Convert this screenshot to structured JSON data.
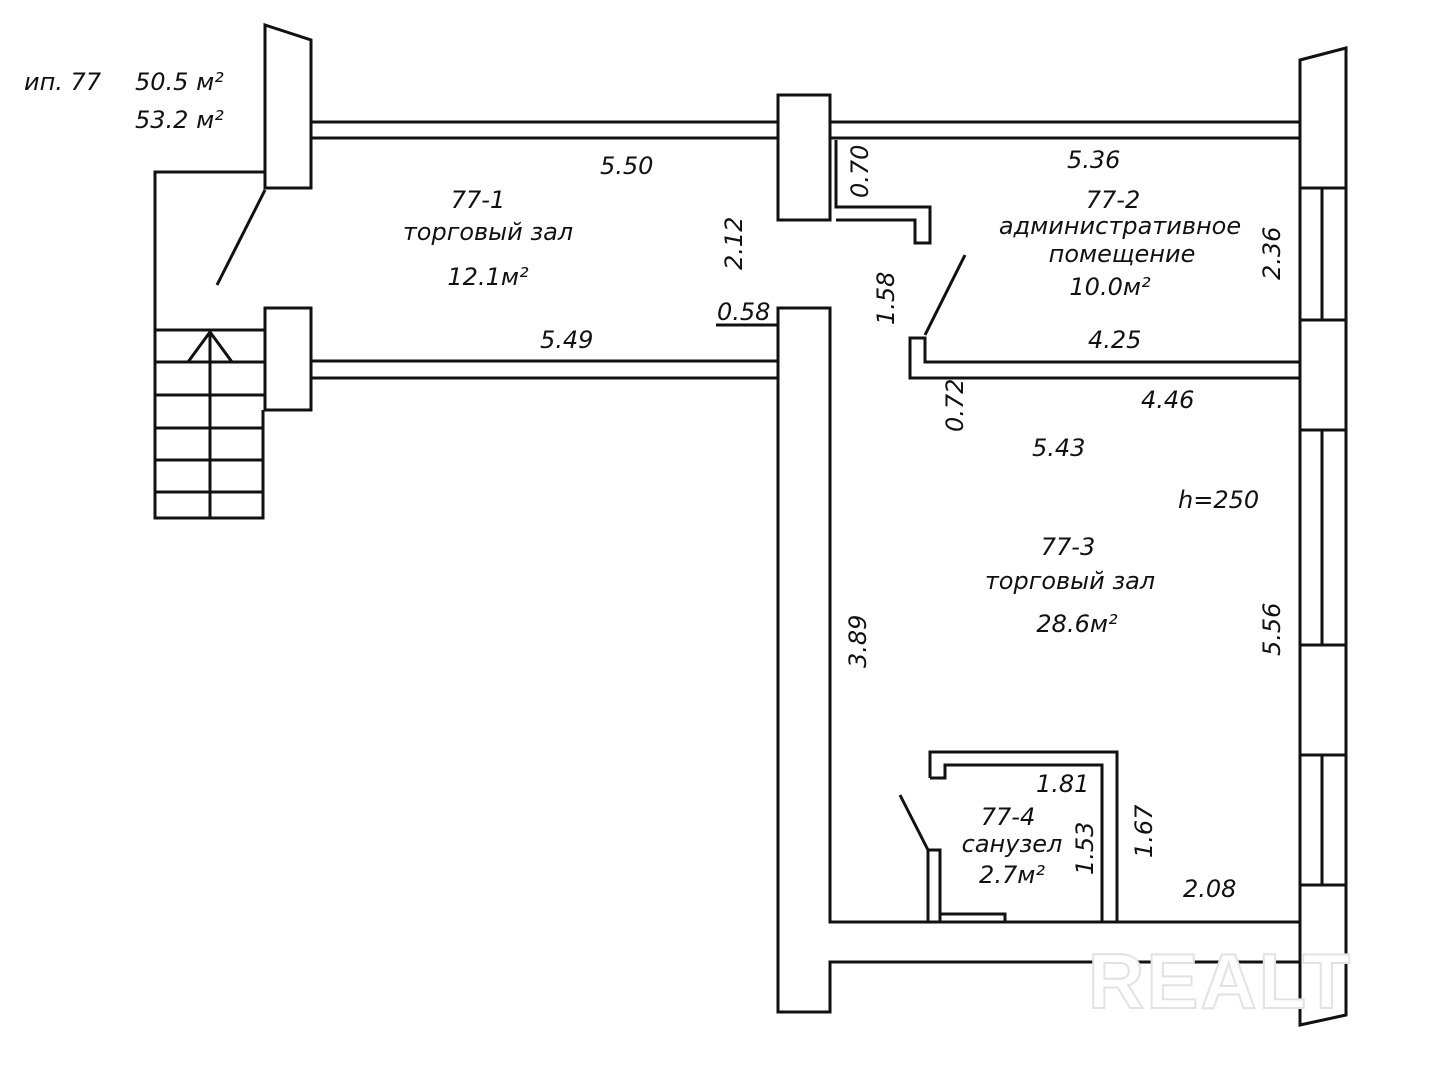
{
  "header": {
    "unit": "ип. 77",
    "area_main": "50.5 м²",
    "area_total": "53.2 м²"
  },
  "rooms": [
    {
      "id": "77-1",
      "name": "торговый зал",
      "area": "12.1м²"
    },
    {
      "id": "77-2",
      "name_line1": "административное",
      "name_line2": "помещение",
      "area": "10.0м²"
    },
    {
      "id": "77-3",
      "name": "торговый зал",
      "area": "28.6м²"
    },
    {
      "id": "77-4",
      "name": "санузел",
      "area": "2.7м²"
    }
  ],
  "dimensions": {
    "d550": "5.50",
    "d536": "5.36",
    "d070": "0.70",
    "d212": "2.12",
    "d236": "2.36",
    "d058": "0.58",
    "d549": "5.49",
    "d158": "1.58",
    "d425": "4.25",
    "d072": "0.72",
    "d446": "4.46",
    "d543": "5.43",
    "d389": "3.89",
    "d556": "5.56",
    "d181": "1.81",
    "d153": "1.53",
    "d167": "1.67",
    "d208": "2.08"
  },
  "ceiling_height": "h=250",
  "watermark": "REALT",
  "colors": {
    "lines": "#111111",
    "background": "#ffffff",
    "watermark": "#e2e2e2"
  }
}
